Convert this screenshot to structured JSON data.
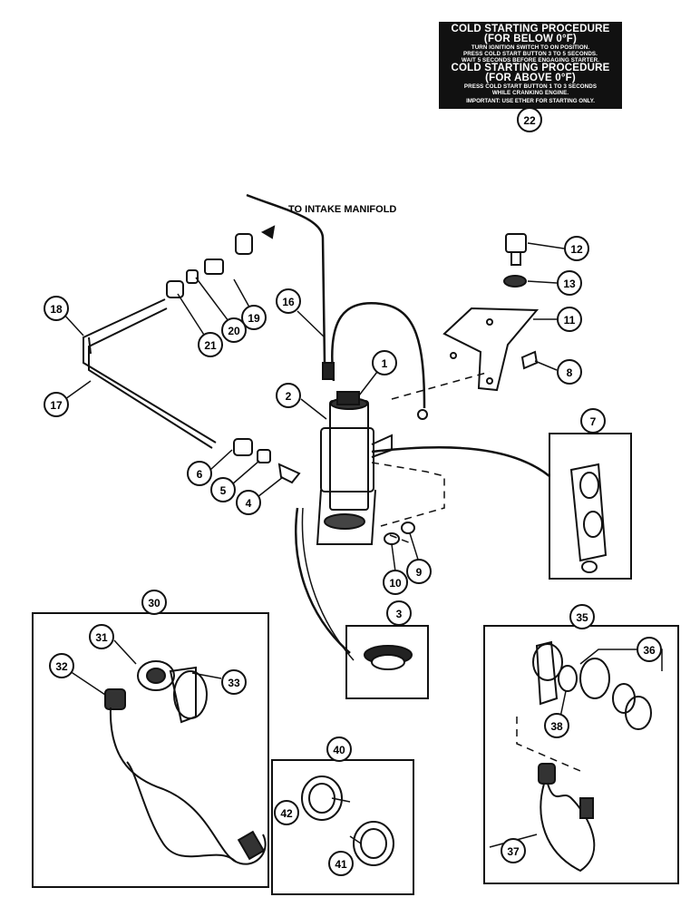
{
  "decal": {
    "heading_below": "COLD STARTING PROCEDURE",
    "sub_below": "(FOR BELOW 0°F)",
    "body_below_1": "TURN IGNITION SWITCH TO ON POSITION.",
    "body_below_2": "PRESS COLD START BUTTON 3 TO 5 SECONDS.",
    "body_below_3": "WAIT 5 SECONDS BEFORE ENGAGING STARTER.",
    "heading_above": "COLD STARTING PROCEDURE",
    "sub_above": "(FOR ABOVE 0°F)",
    "body_above_1": "PRESS COLD START BUTTON 1 TO 3 SECONDS",
    "body_above_2": "WHILE CRANKING ENGINE.",
    "important": "IMPORTANT: USE ETHER FOR STARTING ONLY."
  },
  "label_intake": "TO INTAKE MANIFOLD",
  "callouts": {
    "c1": "1",
    "c2": "2",
    "c3": "3",
    "c4": "4",
    "c5": "5",
    "c6": "6",
    "c7": "7",
    "c8": "8",
    "c9": "9",
    "c10": "10",
    "c11": "11",
    "c12": "12",
    "c13": "13",
    "c16": "16",
    "c17": "17",
    "c18": "18",
    "c19": "19",
    "c20": "20",
    "c21": "21",
    "c22": "22",
    "c30": "30",
    "c31": "31",
    "c32": "32",
    "c33": "33",
    "c35": "35",
    "c36": "36",
    "c37": "37",
    "c38": "38",
    "c40": "40",
    "c41": "41",
    "c42": "42"
  }
}
